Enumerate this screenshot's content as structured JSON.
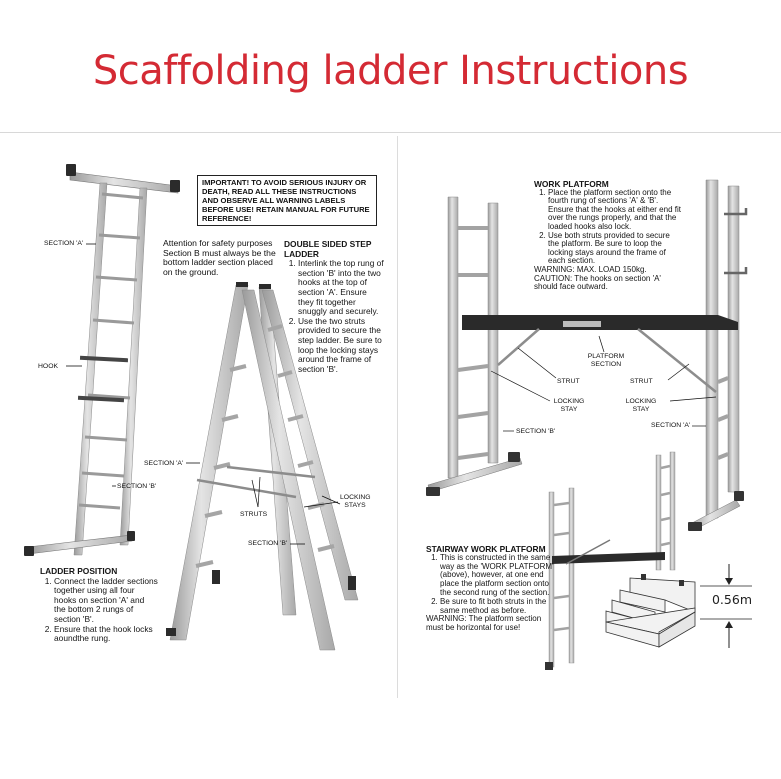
{
  "title": "Scaffolding ladder Instructions",
  "colors": {
    "title": "#d42a34",
    "ladder": "#c9c9c9",
    "platform": "#2a2a2a",
    "text": "#151515"
  },
  "warning_box": {
    "text": "IMPORTANT!  TO AVOID SERIOUS INJURY OR DEATH, READ ALL THESE INSTRUCTIONS AND OBSERVE ALL WARNING LABELS BEFORE USE! RETAIN MANUAL FOR FUTURE REFERENCE!"
  },
  "attention_note": "Attention for safety purposes Section B must always be the bottom ladder section placed on the ground.",
  "ladder_position": {
    "heading": "LADDER POSITION",
    "steps": [
      "Connect the ladder sections together using all four hooks on section 'A' and the bottom 2 rungs of section 'B'.",
      "Ensure that the hook locks aoundthe rung."
    ],
    "labels": {
      "section_a": "SECTION 'A'",
      "hook": "HOOK",
      "section_b": "SECTION 'B'"
    }
  },
  "double_sided": {
    "heading": "DOUBLE SIDED STEP LADDER",
    "steps": [
      "Interlink the top rung of section 'B' into the two hooks at the top of section 'A'. Ensure they fit together snuggly and securely.",
      "Use the two struts provided to secure the step ladder.  Be sure to loop the locking stays around the frame of section 'B'."
    ],
    "labels": {
      "section_a": "SECTION 'A'",
      "struts": "STRUTS",
      "locking_stays": "LOCKING STAYS",
      "section_b": "SECTION 'B'"
    }
  },
  "work_platform": {
    "heading": "WORK PLATFORM",
    "steps": [
      "Place the platform section onto the fourth rung of sections 'A' & 'B'. Ensure that the hooks at either end fit over the rungs properly, and that the loaded hooks also lock.",
      "Use both struts provided to secure the platform. Be sure to loop the locking stays around the frame of each section."
    ],
    "warning": "WARNING: MAX. LOAD 150kg.",
    "caution": "CAUTION: The hooks on section 'A' should face outward.",
    "labels": {
      "platform_section": "PLATFORM SECTION",
      "strut_left": "STRUT",
      "strut_right": "STRUT",
      "locking_stay_left": "LOCKING STAY",
      "locking_stay_right": "LOCKING STAY",
      "section_b": "SECTION 'B'",
      "section_a": "SECTION 'A'"
    }
  },
  "stairway": {
    "heading": "STAIRWAY WORK PLATFORM",
    "steps": [
      "This is constructed in the same way as the 'WORK PLATFORM' (above), however, at one end place the platform section onto the second rung of the section.",
      "Be sure to fit both struts in the same method as before."
    ],
    "warning": "WARNING: The platform section must be horizontal for use!",
    "dimension": "0.56m"
  }
}
